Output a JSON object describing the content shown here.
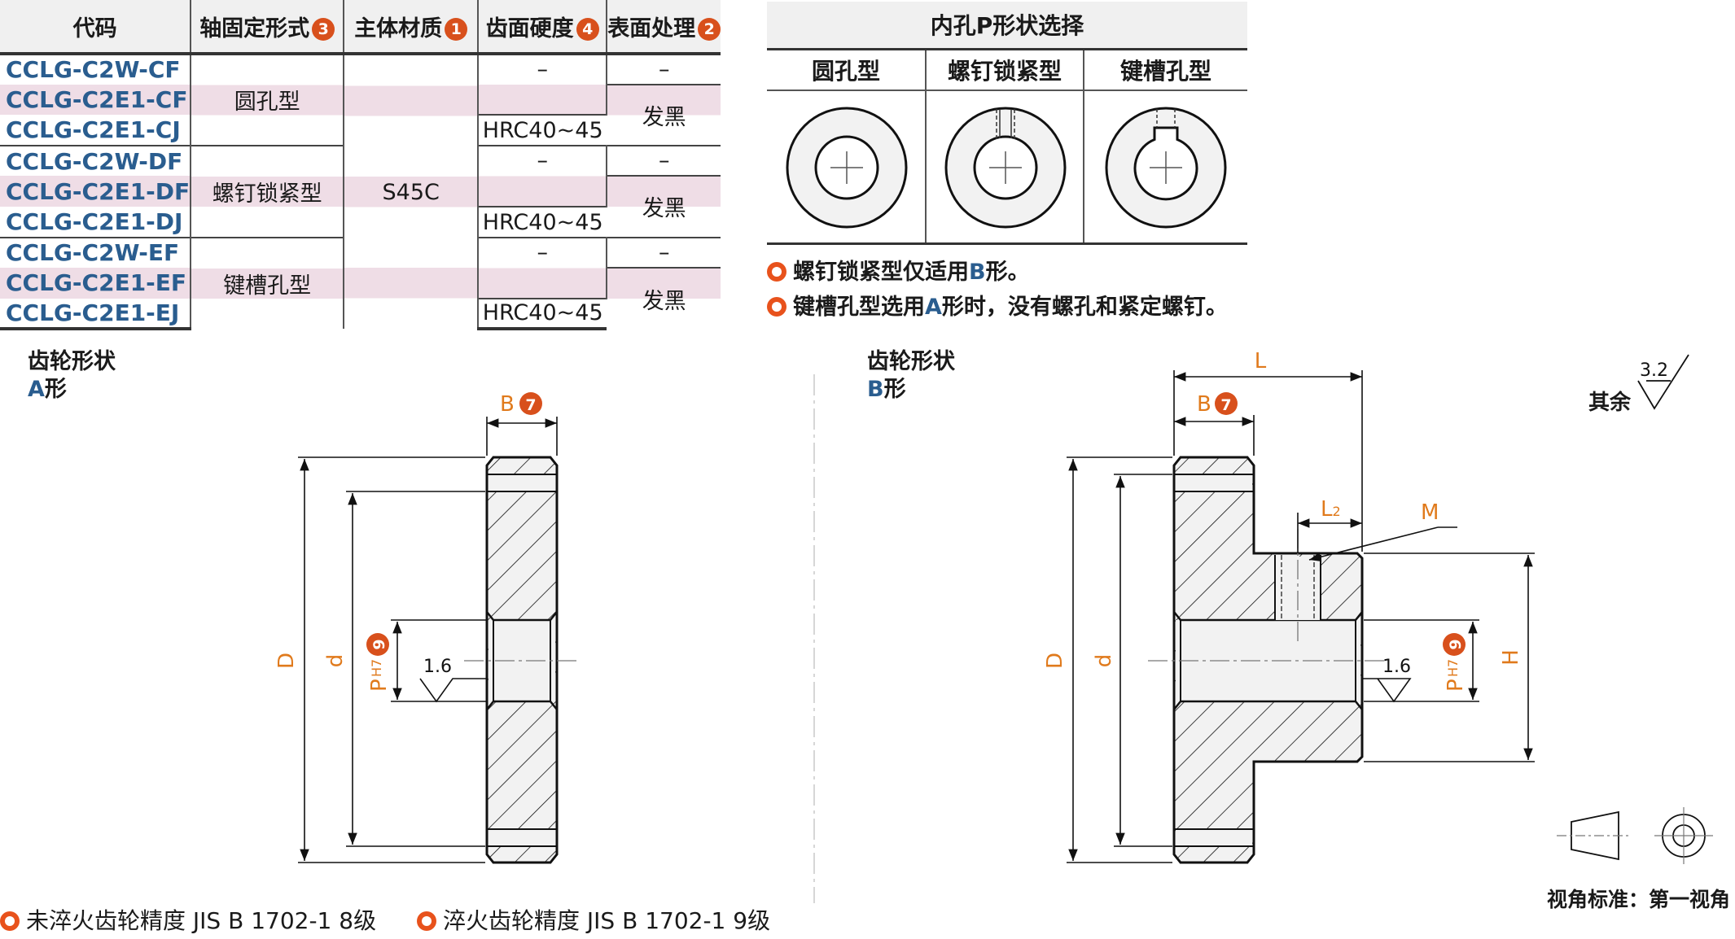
{
  "table": {
    "headers": [
      {
        "text": "代码",
        "badge": ""
      },
      {
        "text": "轴固定形式",
        "badge": "3"
      },
      {
        "text": "主体材质",
        "badge": "1"
      },
      {
        "text": "齿面硬度",
        "badge": "4"
      },
      {
        "text": "表面处理",
        "badge": "2"
      }
    ],
    "codes": [
      "CCLG-C2W-CF",
      "CCLG-C2E1-CF",
      "CCLG-C2E1-CJ",
      "CCLG-C2W-DF",
      "CCLG-C2E1-DF",
      "CCLG-C2E1-DJ",
      "CCLG-C2W-EF",
      "CCLG-C2E1-EF",
      "CCLG-C2E1-EJ"
    ],
    "fixing": [
      "圆孔型",
      "螺钉锁紧型",
      "键槽孔型"
    ],
    "material": "S45C",
    "hardness_none": "–",
    "hardness_value": "HRC40~45",
    "surface_none": "–",
    "surface_value": "发黑"
  },
  "bore": {
    "title": "内孔P形状选择",
    "types": [
      "圆孔型",
      "螺钉锁紧型",
      "键槽孔型"
    ]
  },
  "notes": {
    "n1": {
      "pre": "螺钉锁紧型仅适用",
      "key": "B",
      "post": "形。"
    },
    "n2": {
      "pre": "键槽孔型选用",
      "key": "A",
      "post": "形时，没有螺孔和紧定螺钉。"
    }
  },
  "figA": {
    "title": "齿轮形状",
    "key": "A",
    "suffix": "形"
  },
  "figB": {
    "title": "齿轮形状",
    "key": "B",
    "suffix": "形"
  },
  "dims": {
    "B": "B",
    "B_badge": "7",
    "D": "D",
    "d": "d",
    "P": "P",
    "P_tol": "H7",
    "P_badge": "9",
    "rough_bore": "1.6",
    "L": "L",
    "L2": "L",
    "L2_sub": "2",
    "M": "M",
    "H": "H"
  },
  "roughness": {
    "label": "其余",
    "value": "3.2"
  },
  "footer": {
    "f1": "未淬火齿轮精度 JIS B 1702-1 8级",
    "f2": "淬火齿轮精度 JIS B 1702-1 9级",
    "view_standard": "视角标准：第一视角"
  },
  "colors": {
    "accent": "#e8521c",
    "dim_orange": "#e07a1c",
    "code_blue": "#2a5d8f",
    "row_pink": "#efdde6",
    "hatch_fill": "#f2f2f2"
  }
}
